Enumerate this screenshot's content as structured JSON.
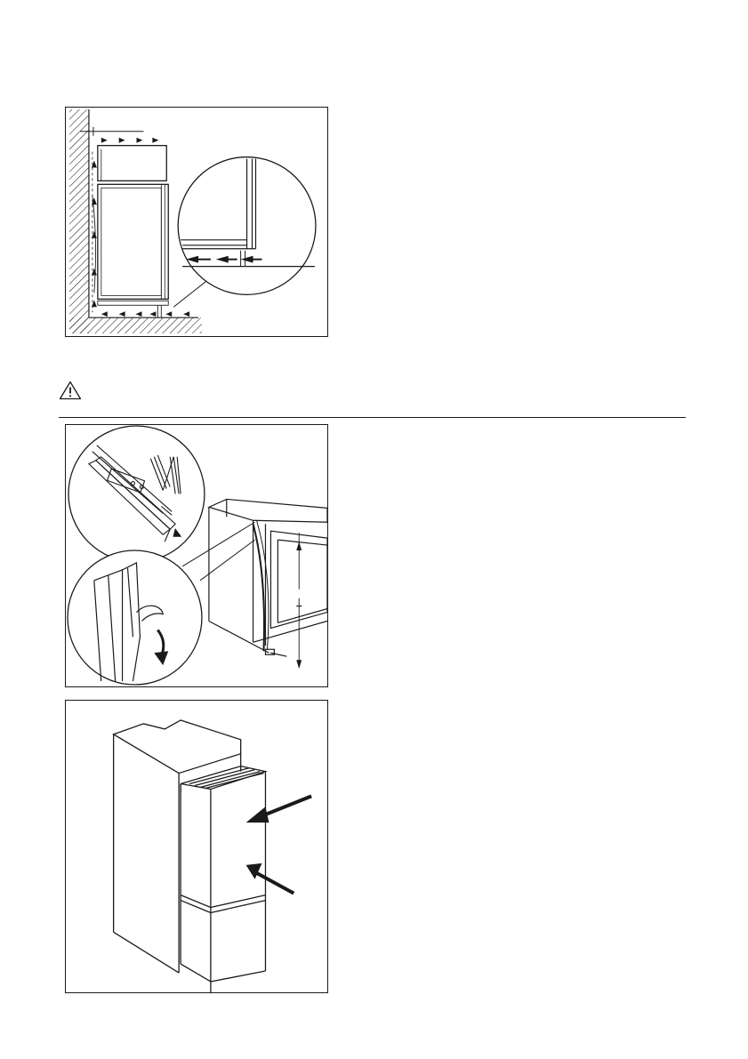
{
  "page": {
    "warning": {
      "icon": "warning-triangle-icon",
      "text": ""
    },
    "figures": [
      {
        "id": "ventilation-diagram"
      },
      {
        "id": "seal-strip-installation"
      },
      {
        "id": "door-fitting"
      }
    ]
  },
  "colors": {
    "ink": "#1a1a1a",
    "paper": "#ffffff"
  }
}
